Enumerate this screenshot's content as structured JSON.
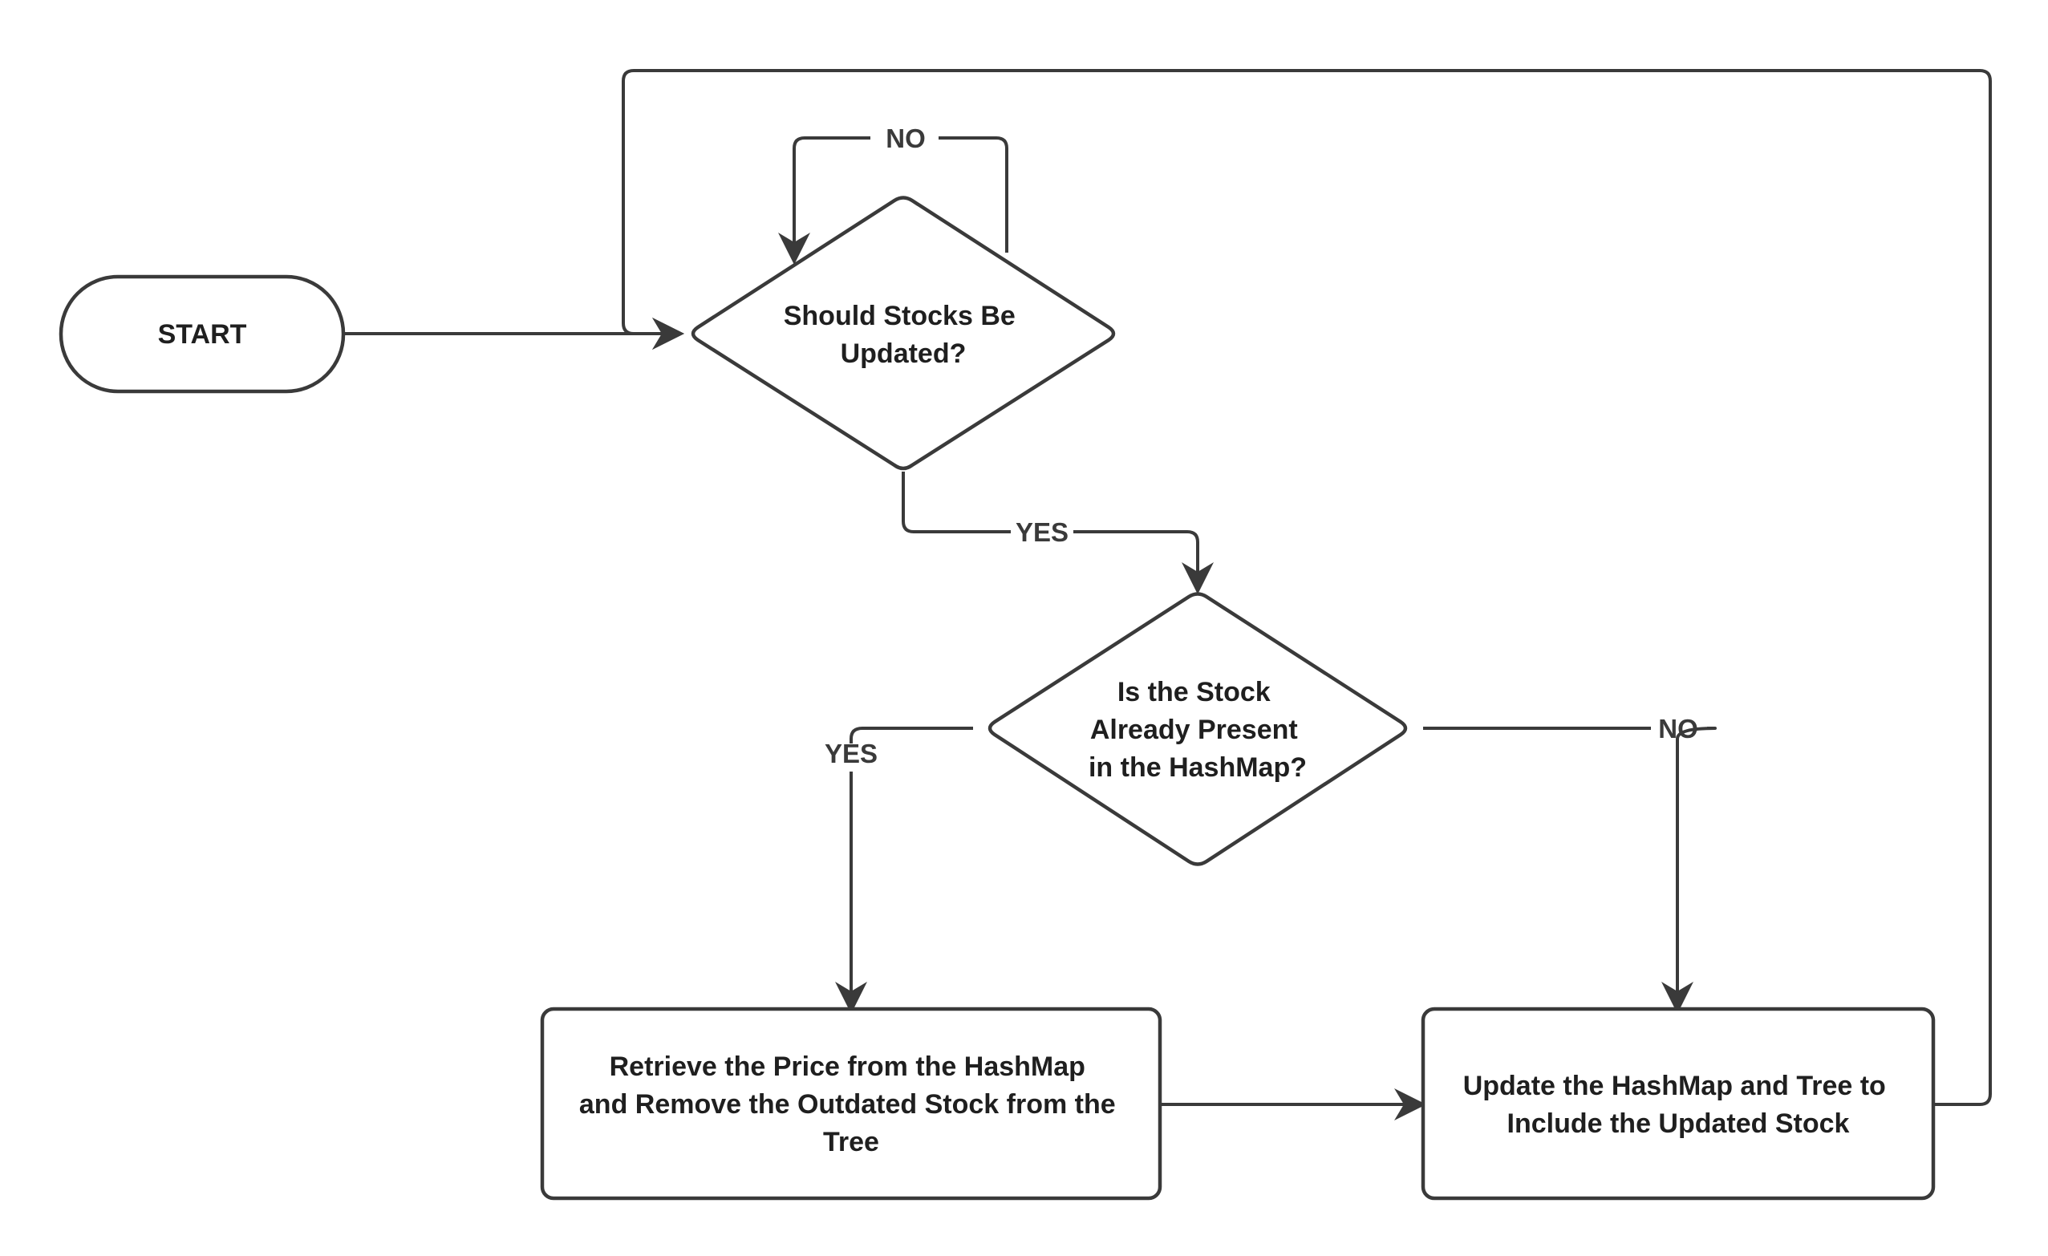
{
  "colors": {
    "stroke": "#3a3a3a",
    "text": "#1f1f1f",
    "background": "#ffffff"
  },
  "nodes": {
    "start": {
      "label": "START"
    },
    "decision1": {
      "lines": [
        "Should Stocks Be",
        "Updated?"
      ]
    },
    "decision2": {
      "lines": [
        "Is the Stock",
        "Already Present",
        "in the HashMap?"
      ]
    },
    "process1": {
      "lines": [
        "Retrieve the Price from the HashMap",
        "and Remove the Outdated Stock from the",
        "Tree"
      ]
    },
    "process2": {
      "lines": [
        "Update the HashMap and Tree to",
        "Include the Updated Stock"
      ]
    }
  },
  "edges": {
    "d1_no": "NO",
    "d1_yes": "YES",
    "d2_yes": "YES",
    "d2_no": "NO"
  }
}
